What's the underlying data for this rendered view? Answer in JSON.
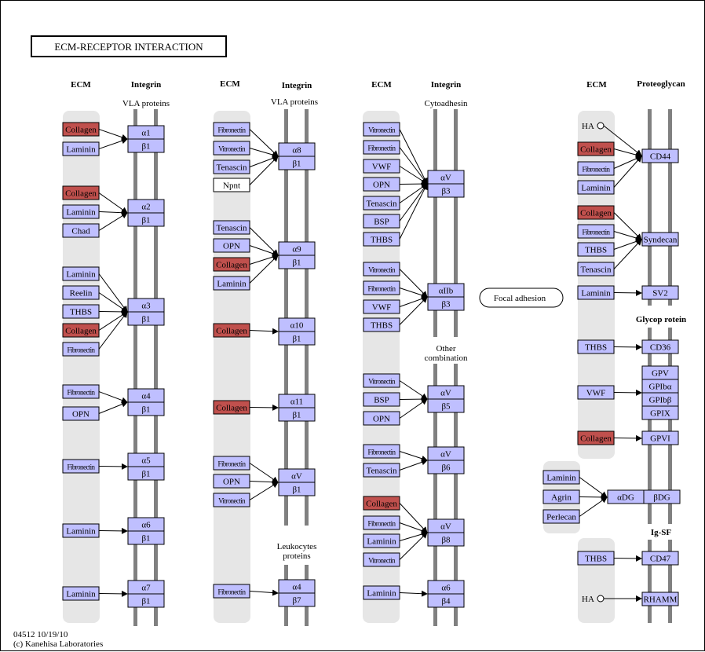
{
  "title": "ECM-RECEPTOR  INTERACTION",
  "footer": {
    "line1": "04512 10/19/10",
    "line2": "(c) Kanehisa Laboratories"
  },
  "colors": {
    "ligand": "#bfbfff",
    "highlight": "#c0504d",
    "white": "#ffffff",
    "lane": "#e6e6e6",
    "bar": "#808080"
  },
  "headers": {
    "ecm": "ECM",
    "integrin": "Integrin",
    "proteoglycan": "Proteoglycan",
    "vla": "VLA proteins",
    "cytoadhesin": "Cytoadhesin",
    "other1": "Other",
    "other2": "combination",
    "leuko1": "Leukocytes",
    "leuko2": "proteins",
    "glycoprotein": "Glycop rotein",
    "igsf": "Ig-SF"
  },
  "focal": "Focal adhesion",
  "nodes": {
    "c1_collagen1": "Collagen",
    "c1_laminin1": "Laminin",
    "c1_collagen2": "Collagen",
    "c1_laminin2": "Laminin",
    "c1_chad": "Chad",
    "c1_laminin3": "Laminin",
    "c1_reelin": "Reelin",
    "c1_thbs": "THBS",
    "c1_collagen3": "Collagen",
    "c1_fibronectin3": "Fibronectin",
    "c1_fibronectin4": "Fibronectin",
    "c1_opn4": "OPN",
    "c1_fibronectin5": "Fibronectin",
    "c1_laminin6": "Laminin",
    "c1_laminin7": "Laminin",
    "i1_a1": "α1",
    "i1_b1a": "β1",
    "i1_a2": "α2",
    "i1_b1b": "β1",
    "i1_a3": "α3",
    "i1_b1c": "β1",
    "i1_a4": "α4",
    "i1_b1d": "β1",
    "i1_a5": "α5",
    "i1_b1e": "β1",
    "i1_a6": "α6",
    "i1_b1f": "β1",
    "i1_a7": "α7",
    "i1_b1g": "β1",
    "c2_fibronectin1": "Fibronectin",
    "c2_vitronectin1": "Vitronectin",
    "c2_tenascin1": "Tenascin",
    "c2_npnt": "Npnt",
    "c2_tenascin2": "Tenascin",
    "c2_opn2": "OPN",
    "c2_collagen2": "Collagen",
    "c2_laminin2": "Laminin",
    "c2_collagen3": "Collagen",
    "c2_collagen4": "Collagen",
    "c2_fibronectin5": "Fibronectin",
    "c2_opn5": "OPN",
    "c2_vitronectin5": "Vitronectin",
    "c2_fibronectin6": "Fibronectin",
    "i2_a8": "α8",
    "i2_b1a": "β1",
    "i2_a9": "α9",
    "i2_b1b": "β1",
    "i2_a10": "α10",
    "i2_b1c": "β1",
    "i2_a11": "α11",
    "i2_b1d": "β1",
    "i2_av": "αV",
    "i2_b1e": "β1",
    "i2_a4": "α4",
    "i2_b7": "β7",
    "c3_vitronectin1": "Vitronectin",
    "c3_fibronectin1": "Fibronectin",
    "c3_vwf1": "VWF",
    "c3_opn1": "OPN",
    "c3_tenascin1": "Tenascin",
    "c3_bsp1": "BSP",
    "c3_thbs1": "THBS",
    "c3_vitronectin2": "Vitronectin",
    "c3_fibronectin2": "Fibronectin",
    "c3_vwf2": "VWF",
    "c3_thbs2": "THBS",
    "c3_vitronectin3": "Vitronectin",
    "c3_bsp3": "BSP",
    "c3_opn3": "OPN",
    "c3_fibronectin4": "Fibronectin",
    "c3_tenascin4": "Tenascin",
    "c3_collagen5": "Collagen",
    "c3_fibronectin5": "Fibronectin",
    "c3_laminin5": "Laminin",
    "c3_vitronectin5": "Vitronectin",
    "c3_laminin6": "Laminin",
    "i3_av1": "αV",
    "i3_b3a": "β3",
    "i3_aiib": "αIIb",
    "i3_b3b": "β3",
    "i3_av3": "αV",
    "i3_b5": "β5",
    "i3_av4": "αV",
    "i3_b6": "β6",
    "i3_av5": "αV",
    "i3_b8": "β8",
    "i3_a6": "α6",
    "i3_b4": "β4",
    "c4_ha1": "HA",
    "c4_collagen1": "Collagen",
    "c4_fibronectin1": "Fibronectin",
    "c4_laminin1": "Laminin",
    "c4_collagen2": "Collagen",
    "c4_fibronectin2": "Fibronectin",
    "c4_thbs2": "THBS",
    "c4_tenascin2": "Tenascin",
    "c4_laminin3": "Laminin",
    "c4_thbs4": "THBS",
    "c4_vwf5": "VWF",
    "c4_collagen6": "Collagen",
    "c4_thbs8": "THBS",
    "c4_ha9": "HA",
    "r_cd44": "CD44",
    "r_syndecan": "Syndecan",
    "r_sv2": "SV2",
    "r_cd36": "CD36",
    "r_gpv": "GPV",
    "r_gpiba": "GPIbα",
    "r_gpibb": "GPIbβ",
    "r_gpix": "GPIX",
    "r_gpvi": "GPVI",
    "r_cd47": "CD47",
    "r_rhamm": "RHAMM",
    "dg_laminin": "Laminin",
    "dg_agrin": "Agrin",
    "dg_perlecan": "Perlecan",
    "dg_adg": "αDG",
    "dg_bdg": "βDG"
  }
}
